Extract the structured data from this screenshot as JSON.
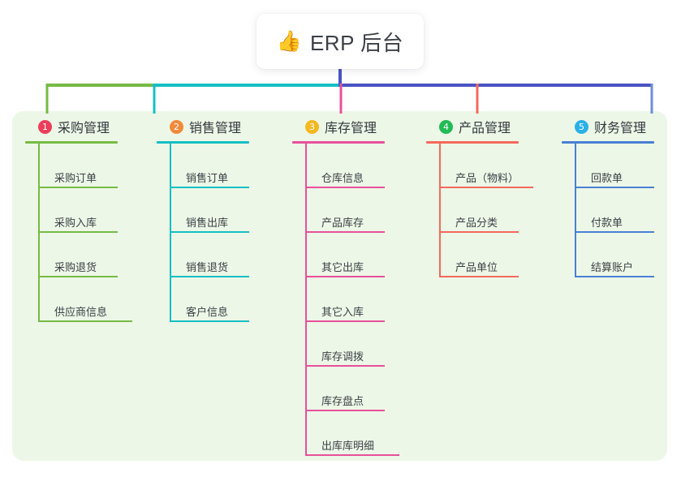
{
  "root": {
    "icon": "thumbs-up-icon",
    "icon_glyph": "👍",
    "title": "ERP 后台"
  },
  "theme": {
    "panel_bg": "#edf7e7",
    "page_bg": "#ffffff",
    "root_connector": "#4a54c4",
    "text": "#33373d"
  },
  "columns": [
    {
      "number": "1",
      "title": "采购管理",
      "badge_color": "#ec3d5a",
      "line_color": "#76bb44",
      "items": [
        {
          "label": "采购订单"
        },
        {
          "label": "采购入库"
        },
        {
          "label": "采购退货"
        },
        {
          "label": "供应商信息"
        }
      ]
    },
    {
      "number": "2",
      "title": "销售管理",
      "badge_color": "#f08a3c",
      "line_color": "#16bfc4",
      "items": [
        {
          "label": "销售订单"
        },
        {
          "label": "销售出库"
        },
        {
          "label": "销售退货"
        },
        {
          "label": "客户信息"
        }
      ]
    },
    {
      "number": "3",
      "title": "库存管理",
      "badge_color": "#f5b821",
      "line_color": "#e8509b",
      "items": [
        {
          "label": "仓库信息"
        },
        {
          "label": "产品库存"
        },
        {
          "label": "其它出库"
        },
        {
          "label": "其它入库"
        },
        {
          "label": "库存调拨"
        },
        {
          "label": "库存盘点"
        },
        {
          "label": "出库库明细"
        }
      ]
    },
    {
      "number": "4",
      "title": "产品管理",
      "badge_color": "#22bb55",
      "line_color": "#f4695c",
      "items": [
        {
          "label": "产品（物料）"
        },
        {
          "label": "产品分类"
        },
        {
          "label": "产品单位"
        }
      ]
    },
    {
      "number": "5",
      "title": "财务管理",
      "badge_color": "#2ab0e8",
      "line_color": "#4a7fd4",
      "items": [
        {
          "label": "回款单"
        },
        {
          "label": "付款单"
        },
        {
          "label": "结算账户"
        }
      ]
    }
  ]
}
